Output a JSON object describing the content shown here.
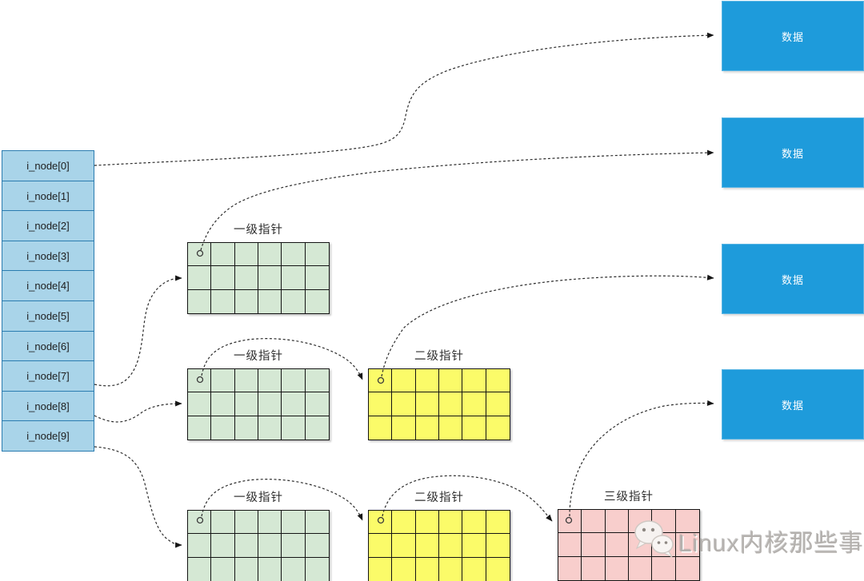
{
  "colors": {
    "inode-fill": "#a9d4e9",
    "inode-border": "#2b7cb0",
    "data-fill": "#1e9bdb",
    "data-border": "#5ab6e4",
    "green-fill": "#d5e8d4",
    "yellow-fill": "#fbfb69",
    "pink-fill": "#f8cecc",
    "table-border": "#141414",
    "connector": "#2b2b2b",
    "watermark-text": "#b4b1ae"
  },
  "inodes": [
    "i_node[0]",
    "i_node[1]",
    "i_node[2]",
    "i_node[3]",
    "i_node[4]",
    "i_node[5]",
    "i_node[6]",
    "i_node[7]",
    "i_node[8]",
    "i_node[9]"
  ],
  "pointer_tables": {
    "grid": {
      "rows": 3,
      "cols": 6
    },
    "tables": [
      {
        "id": "level1-a",
        "label": "一级指针"
      },
      {
        "id": "level1-b",
        "label": "一级指针"
      },
      {
        "id": "level2-a",
        "label": "二级指针"
      },
      {
        "id": "level1-c",
        "label": "一级指针"
      },
      {
        "id": "level2-b",
        "label": "二级指针"
      },
      {
        "id": "level3-a",
        "label": "三级指针"
      }
    ]
  },
  "data_blocks": [
    {
      "label": "数据"
    },
    {
      "label": "数据"
    },
    {
      "label": "数据"
    },
    {
      "label": "数据"
    }
  ],
  "watermark": {
    "text": "Linux内核那些事",
    "icon": "wechat-icon"
  },
  "connections": [
    {
      "from": "i_node[0]",
      "to": "data-block-1"
    },
    {
      "from": "level1-a-cell-0",
      "to": "data-block-2"
    },
    {
      "from": "i_node[7]",
      "to": "level1-a"
    },
    {
      "from": "i_node[8]",
      "to": "level1-b"
    },
    {
      "from": "i_node[9]",
      "to": "level1-c"
    },
    {
      "from": "level1-b-cell-0",
      "to": "level2-a"
    },
    {
      "from": "level2-a-cell-0",
      "to": "data-block-3"
    },
    {
      "from": "level1-c-cell-0",
      "to": "level2-b"
    },
    {
      "from": "level2-b-cell-0",
      "to": "level3-a"
    },
    {
      "from": "level3-a-cell-0",
      "to": "data-block-4"
    }
  ]
}
